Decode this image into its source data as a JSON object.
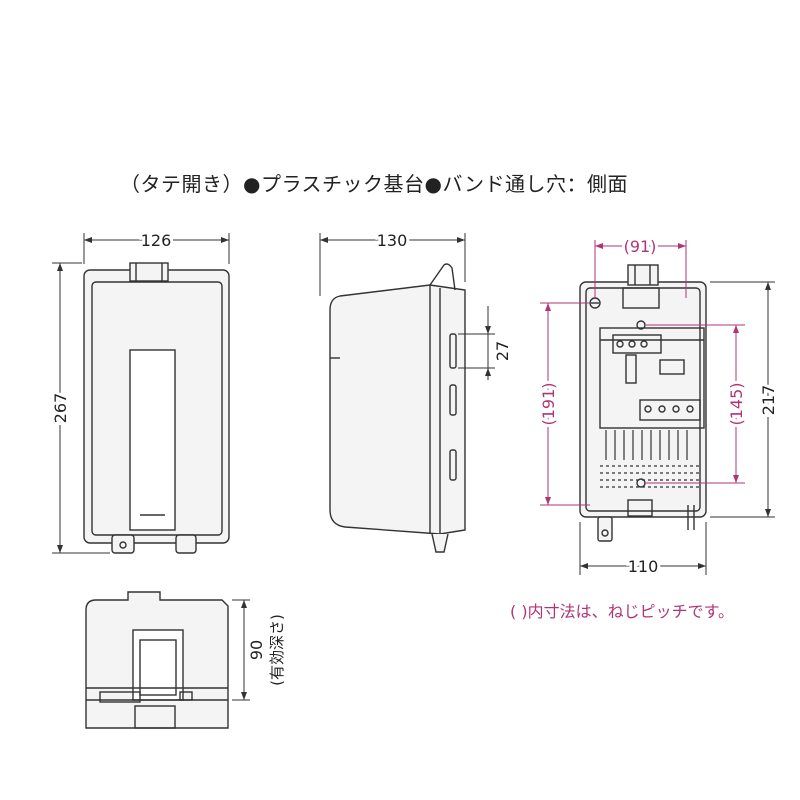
{
  "caption": "（タテ開き）●プラスチック基台●バンド通し穴：側面",
  "note": "( )内寸法は、ねじピッチです。",
  "dimensions": {
    "front_width": "126",
    "front_height": "267",
    "side_width": "130",
    "side_slot": "27",
    "back_pitch_width": "(91)",
    "back_pitch_height": "(191)",
    "back_inner_pitch": "(145)",
    "back_height": "217",
    "back_width": "110",
    "bottom_depth": "90",
    "bottom_depth_label": "(有効深さ)"
  },
  "colors": {
    "line": "#333333",
    "text": "#222222",
    "pitch": "#b03575",
    "fill": "#f4f4f4"
  }
}
